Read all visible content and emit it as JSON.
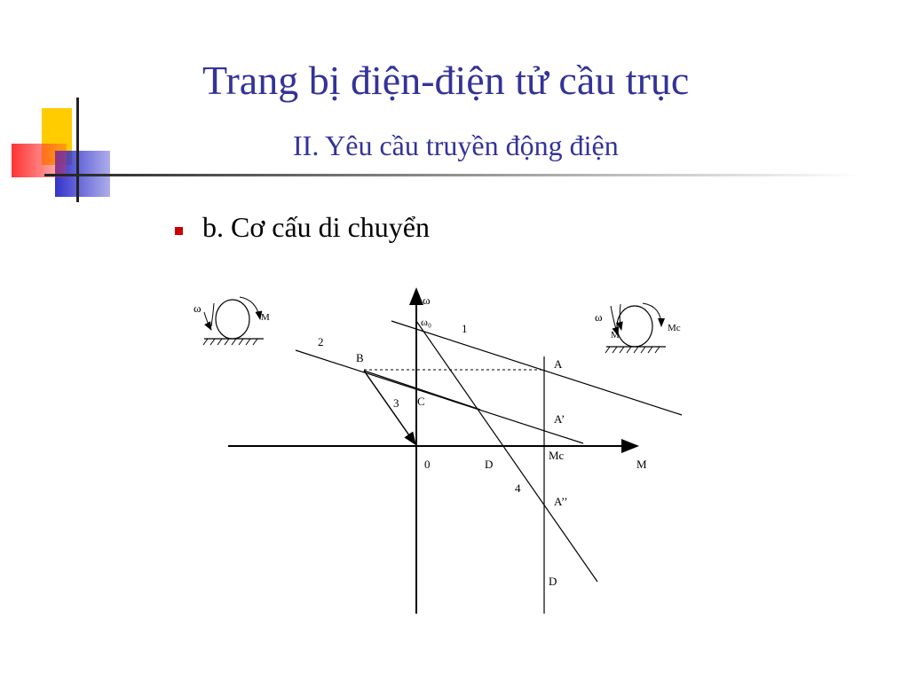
{
  "slide": {
    "title": "Trang bị điện-điện tử cầu trục",
    "subtitle": "II. Yêu cầu truyền động điện",
    "bullet": "b. Cơ cấu di chuyển"
  },
  "diagram": {
    "axis_omega": "ω",
    "omega0": "ω₀",
    "axis_M": "M",
    "origin": "0",
    "line_1": "1",
    "line_2": "2",
    "line_3": "3",
    "line_4": "4",
    "point_A": "A",
    "point_A1": "A’",
    "point_A2": "A’’",
    "point_B": "B",
    "point_C": "C",
    "point_D_axis": "D",
    "point_D_bottom": "D",
    "Mc_axis": "Mc",
    "left_wheel_omega": "ω",
    "left_wheel_M": "M",
    "right_wheel_omega": "ω",
    "right_wheel_M": "M",
    "right_wheel_Mc": "Mc"
  },
  "colors": {
    "title": "#333399",
    "bullet": "#cc0000",
    "deco_yellow": "#ffcc00",
    "deco_blue": "#3333cc",
    "deco_red": "#ff3333"
  }
}
